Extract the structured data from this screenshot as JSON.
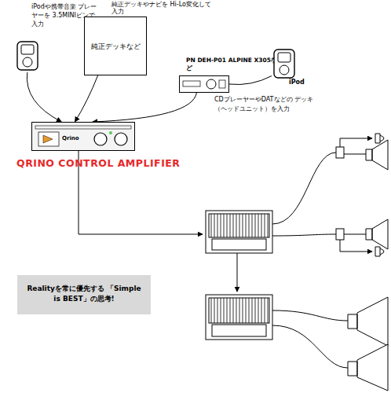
{
  "diagram": {
    "nodes": [
      {
        "text": [
          "iPodや携帯音楽 プレーヤーを 3.5MINIピンで入力"
        ]
      },
      {
        "text": [
          "純正デッキやナビを Hi-Lo変化して入力",
          "純正デッキなど"
        ]
      },
      {
        "text": [
          "PN DEH-P01 ALPINE X305など",
          "CDプレーヤーやDATなどの デッキ（ヘッドユニット）を入力"
        ]
      },
      {
        "text": [
          "iPod"
        ]
      },
      {
        "text": [
          "Qrino",
          "QRINO CONTROL AMPLIFIER"
        ]
      },
      {
        "text": [
          "Realityを常に優先する 「Simple is BEST」の思考!"
        ]
      }
    ],
    "edges": [
      {
        "from": 0,
        "to": 4,
        "arrow": "to"
      },
      {
        "from": 1,
        "to": 4,
        "arrow": "to"
      },
      {
        "from": 2,
        "to": 4,
        "arrow": "to"
      },
      {
        "from": 3,
        "to": 2,
        "arrow": "none"
      }
    ]
  }
}
